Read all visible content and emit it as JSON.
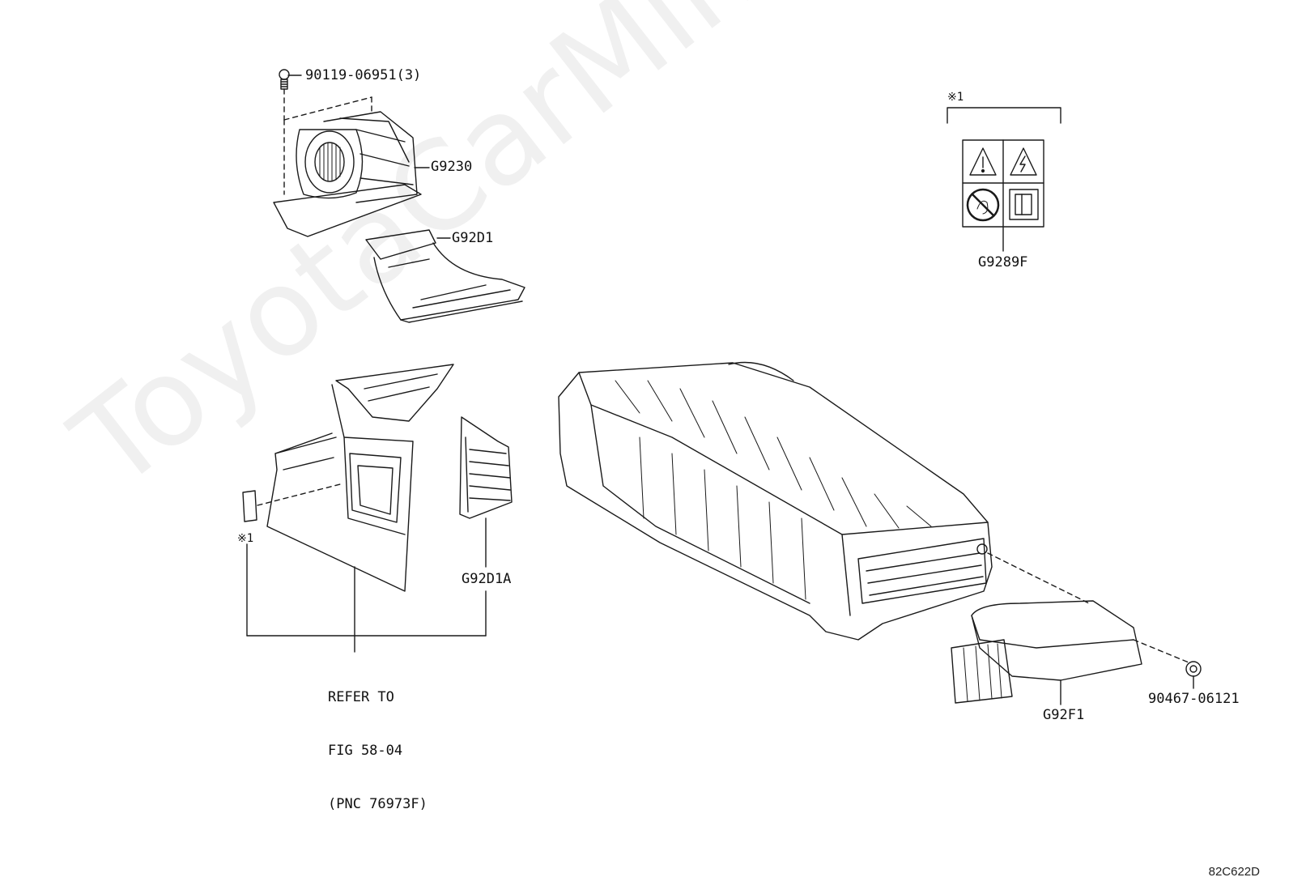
{
  "watermark": "ToyotaCarMine.ru",
  "doc_id": "82C622D",
  "labels": {
    "bolt": "90119-06951(3)",
    "blower": "G9230",
    "duct_upper": "G92D1",
    "caution_label": "G9289F",
    "duct_lower": "G92D1A",
    "cover": "G92F1",
    "clip": "90467-06121",
    "note_mark_top": "※1",
    "note_mark_left": "※1",
    "refer_line1": "REFER TO",
    "refer_line2": "FIG 58-04",
    "refer_line3": "(PNC 76973F)"
  },
  "colors": {
    "line": "#1a1a1a",
    "background": "#ffffff"
  }
}
